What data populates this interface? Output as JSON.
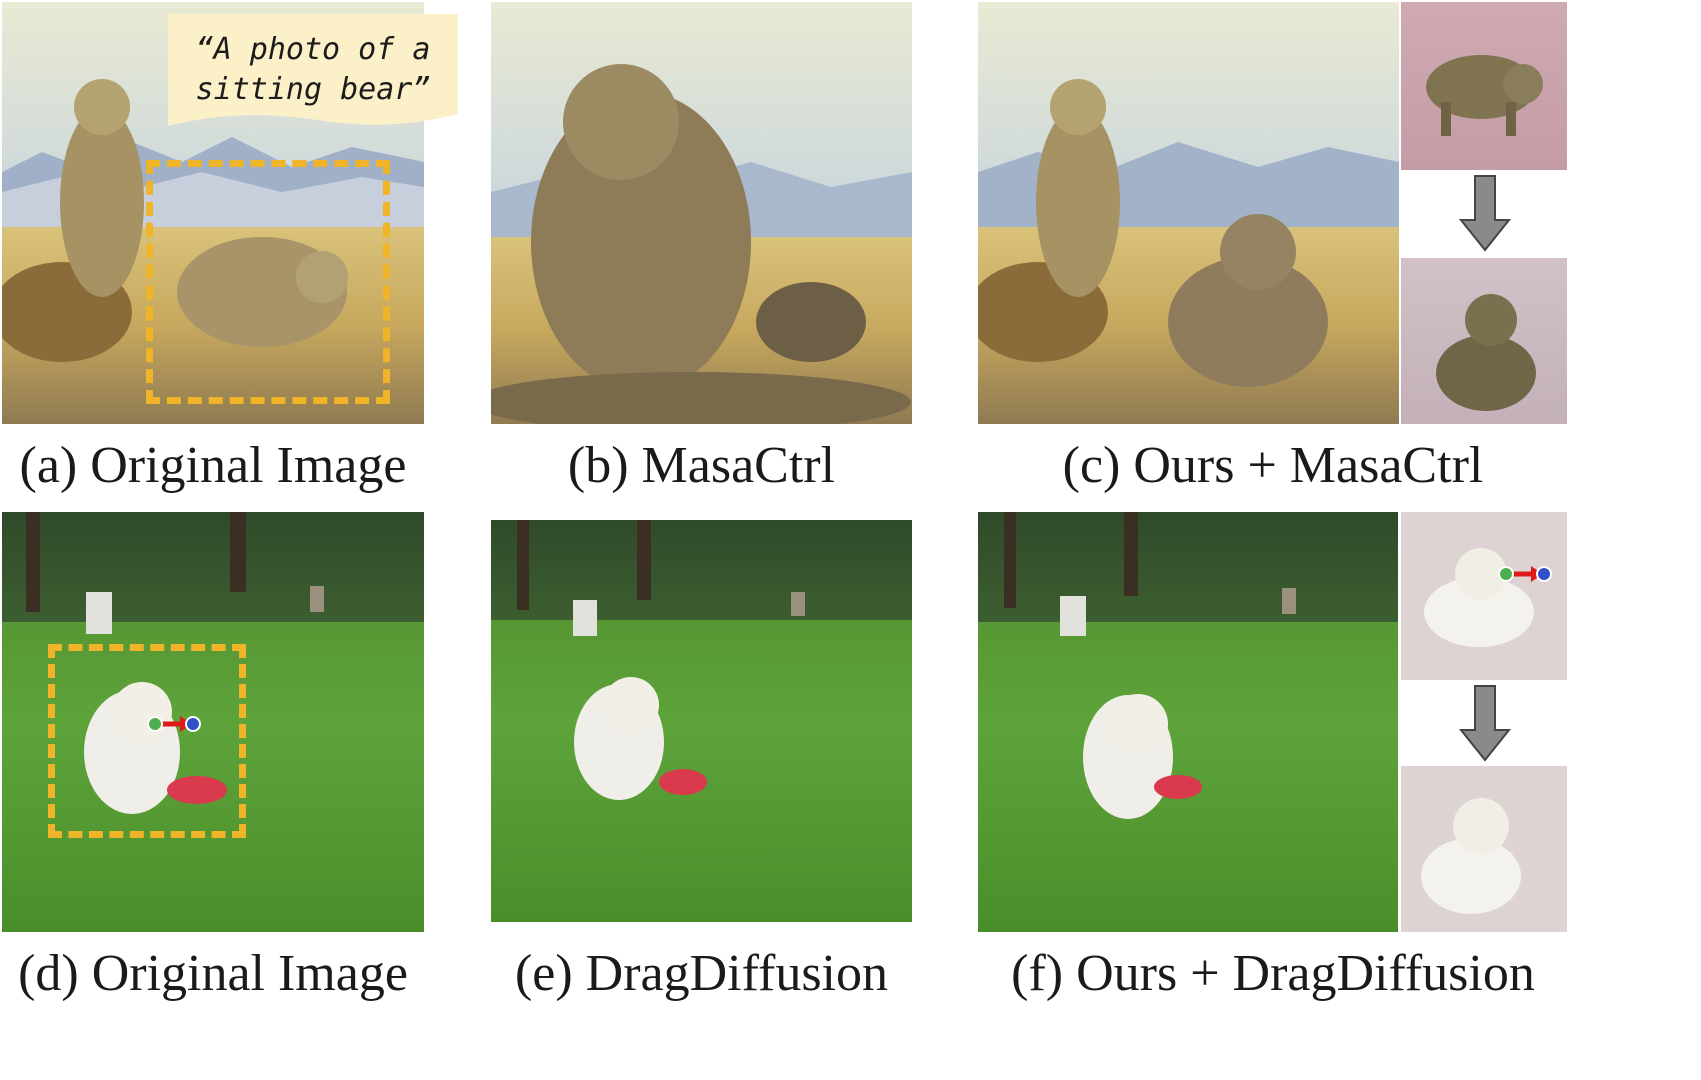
{
  "figure": {
    "prompt_text": "“A photo of a sitting bear”",
    "captions": {
      "a": "(a) Original Image",
      "b": "(b) MasaCtrl",
      "c": "(c) Ours + MasaCtrl",
      "d": "(d) Original Image",
      "e": "(e) DragDiffusion",
      "f": "(f) Ours + DragDiffusion"
    },
    "colors": {
      "dashed_box": "#f0b428",
      "drag_arrow": "#e01a1a",
      "handle_point": "#4caf50",
      "target_point": "#3050c8",
      "flow_arrow": "#8a8a8a"
    }
  }
}
